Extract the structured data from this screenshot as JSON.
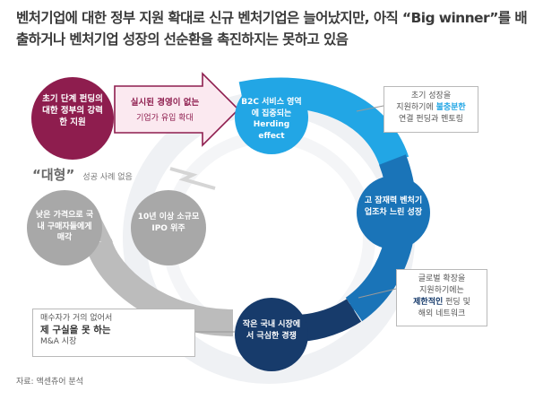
{
  "title": "벤처기업에 대한 정부 지원 확대로 신규 벤처기업은 늘어났지만, 아직 “Big winner”를 배출하거나 벤처기업 성장의 선순환을 촉진하지는 못하고 있음",
  "nodes": {
    "early_stage": "초기 단계 펀딩의 대한 정부의 강력한 지원",
    "b2c": "B2C 서비스 영역에 집중되는 Herding effect",
    "growth": "고 잠재력 벤처기업조차 느린 성장",
    "exit": "작은 국내 시장에서 극심한 경쟁",
    "low_price": "낮은 가격으로 국내 구매자들에게 매각",
    "ten_years": "10년 이상 소규모 IPO 위주"
  },
  "arrow_text": {
    "line1": "실시된 경영이 없는",
    "line2": "기업가 유입 확대"
  },
  "big_label": {
    "word": "“대형”",
    "rest": "성공 사례 없음"
  },
  "callouts": {
    "top_right": {
      "l1": "초기 성장을",
      "l2a": "지원하기에 ",
      "l2b": "불충분한",
      "l3": "연결 펀딩과 멘토링"
    },
    "bottom_right": {
      "l1": "글로벌 확장을",
      "l2": "지원하기에는",
      "l3a": "제한적인",
      "l3b": " 펀딩 및",
      "l4": "해외 네트워크"
    },
    "bottom_left": {
      "l1": "매수자가 거의 없어서",
      "l2": "제 구실을 못 하는",
      "l3": "M&A 시장"
    }
  },
  "source": "자료: 액센츄어 분석",
  "colors": {
    "magenta": "#8e1d4e",
    "cyan": "#22a6e5",
    "blue_mid": "#1a74b8",
    "navy": "#173b6b",
    "gray": "#a8a8a8",
    "ring_light": "#eceef1"
  }
}
